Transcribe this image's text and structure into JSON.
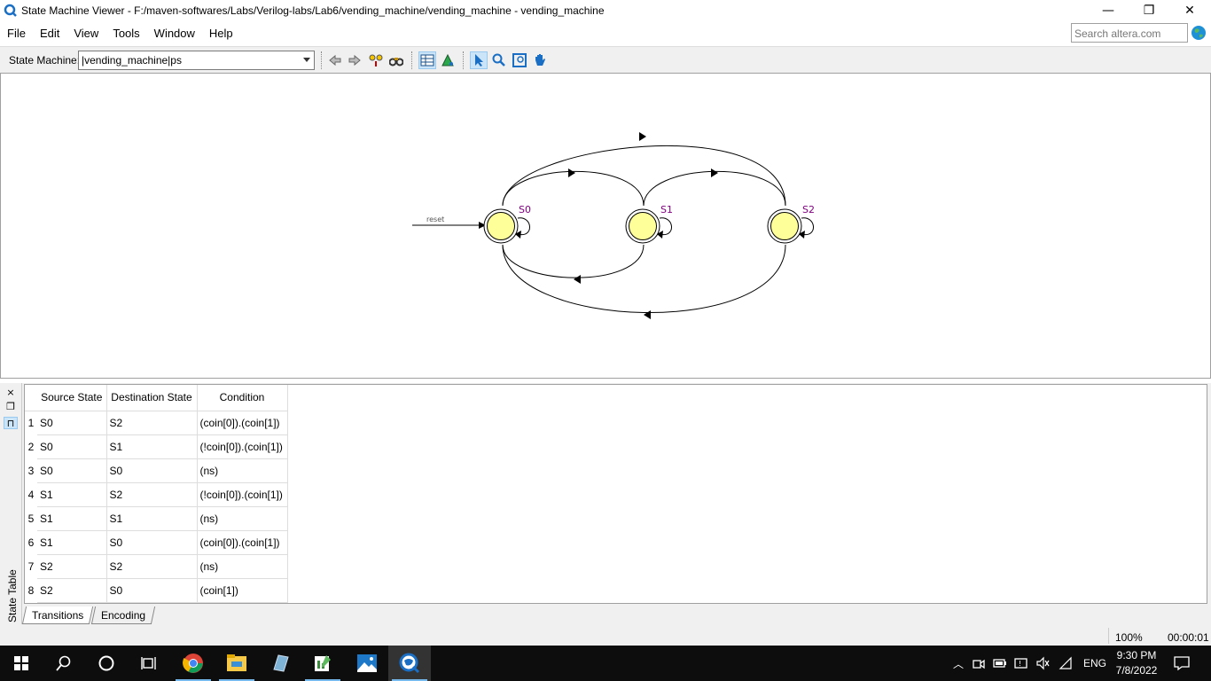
{
  "window": {
    "title": "State Machine Viewer - F:/maven-softwares/Labs/Verilog-labs/Lab6/vending_machine/vending_machine - vending_machine",
    "minimize": "—",
    "restore": "❐",
    "close": "✕"
  },
  "menu": {
    "items": [
      "File",
      "Edit",
      "View",
      "Tools",
      "Window",
      "Help"
    ]
  },
  "search": {
    "placeholder": "Search altera.com"
  },
  "toolbar": {
    "state_machine_label": "State Machine:",
    "state_machine_value": "|vending_machine|ps"
  },
  "diagram": {
    "reset_label": "reset",
    "states": [
      "S0",
      "S1",
      "S2"
    ],
    "state_fill": "#ffff99",
    "state_label_color": "#800080"
  },
  "state_table": {
    "panel_title": "State Table",
    "headers": [
      "Source State",
      "Destination State",
      "Condition"
    ],
    "rows": [
      {
        "num": "1",
        "source": "S0",
        "dest": "S2",
        "cond": "(coin[0]).(coin[1])"
      },
      {
        "num": "2",
        "source": "S0",
        "dest": "S1",
        "cond": "(!coin[0]).(coin[1])"
      },
      {
        "num": "3",
        "source": "S0",
        "dest": "S0",
        "cond": "(ns)"
      },
      {
        "num": "4",
        "source": "S1",
        "dest": "S2",
        "cond": "(!coin[0]).(coin[1])"
      },
      {
        "num": "5",
        "source": "S1",
        "dest": "S1",
        "cond": "(ns)"
      },
      {
        "num": "6",
        "source": "S1",
        "dest": "S0",
        "cond": "(coin[0]).(coin[1])"
      },
      {
        "num": "7",
        "source": "S2",
        "dest": "S2",
        "cond": "(ns)"
      },
      {
        "num": "8",
        "source": "S2",
        "dest": "S0",
        "cond": "(coin[1])"
      }
    ],
    "tabs": [
      "Transitions",
      "Encoding"
    ]
  },
  "status": {
    "zoom": "100%",
    "elapsed": "00:00:01"
  },
  "taskbar": {
    "language": "ENG",
    "time": "9:30 PM",
    "date": "7/8/2022"
  }
}
